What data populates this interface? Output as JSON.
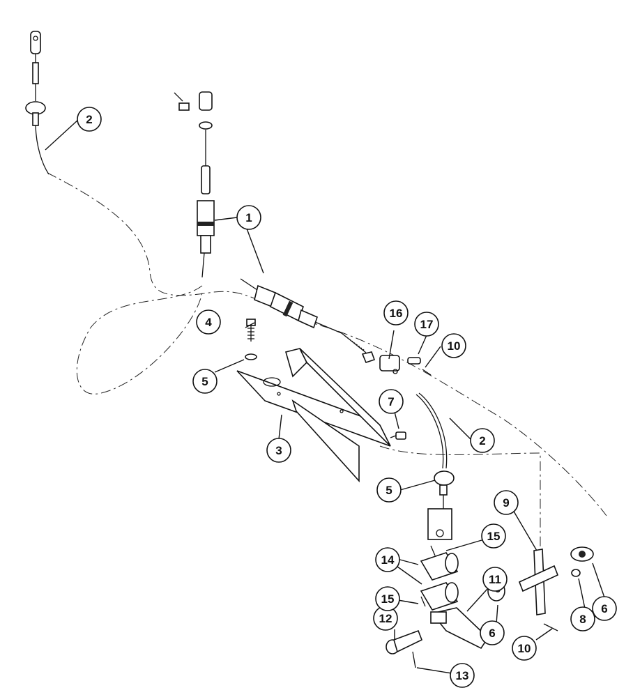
{
  "callouts": [
    {
      "id": "c1",
      "label": "1"
    },
    {
      "id": "c2a",
      "label": "2"
    },
    {
      "id": "c2b",
      "label": "2"
    },
    {
      "id": "c3",
      "label": "3"
    },
    {
      "id": "c4",
      "label": "4"
    },
    {
      "id": "c5a",
      "label": "5"
    },
    {
      "id": "c5b",
      "label": "5"
    },
    {
      "id": "c6a",
      "label": "6"
    },
    {
      "id": "c6b",
      "label": "6"
    },
    {
      "id": "c7",
      "label": "7"
    },
    {
      "id": "c8",
      "label": "8"
    },
    {
      "id": "c9",
      "label": "9"
    },
    {
      "id": "c10a",
      "label": "10"
    },
    {
      "id": "c10b",
      "label": "10"
    },
    {
      "id": "c11",
      "label": "11"
    },
    {
      "id": "c12",
      "label": "12"
    },
    {
      "id": "c13",
      "label": "13"
    },
    {
      "id": "c14",
      "label": "14"
    },
    {
      "id": "c15a",
      "label": "15"
    },
    {
      "id": "c15b",
      "label": "15"
    },
    {
      "id": "c16",
      "label": "16"
    },
    {
      "id": "c17",
      "label": "17"
    }
  ]
}
